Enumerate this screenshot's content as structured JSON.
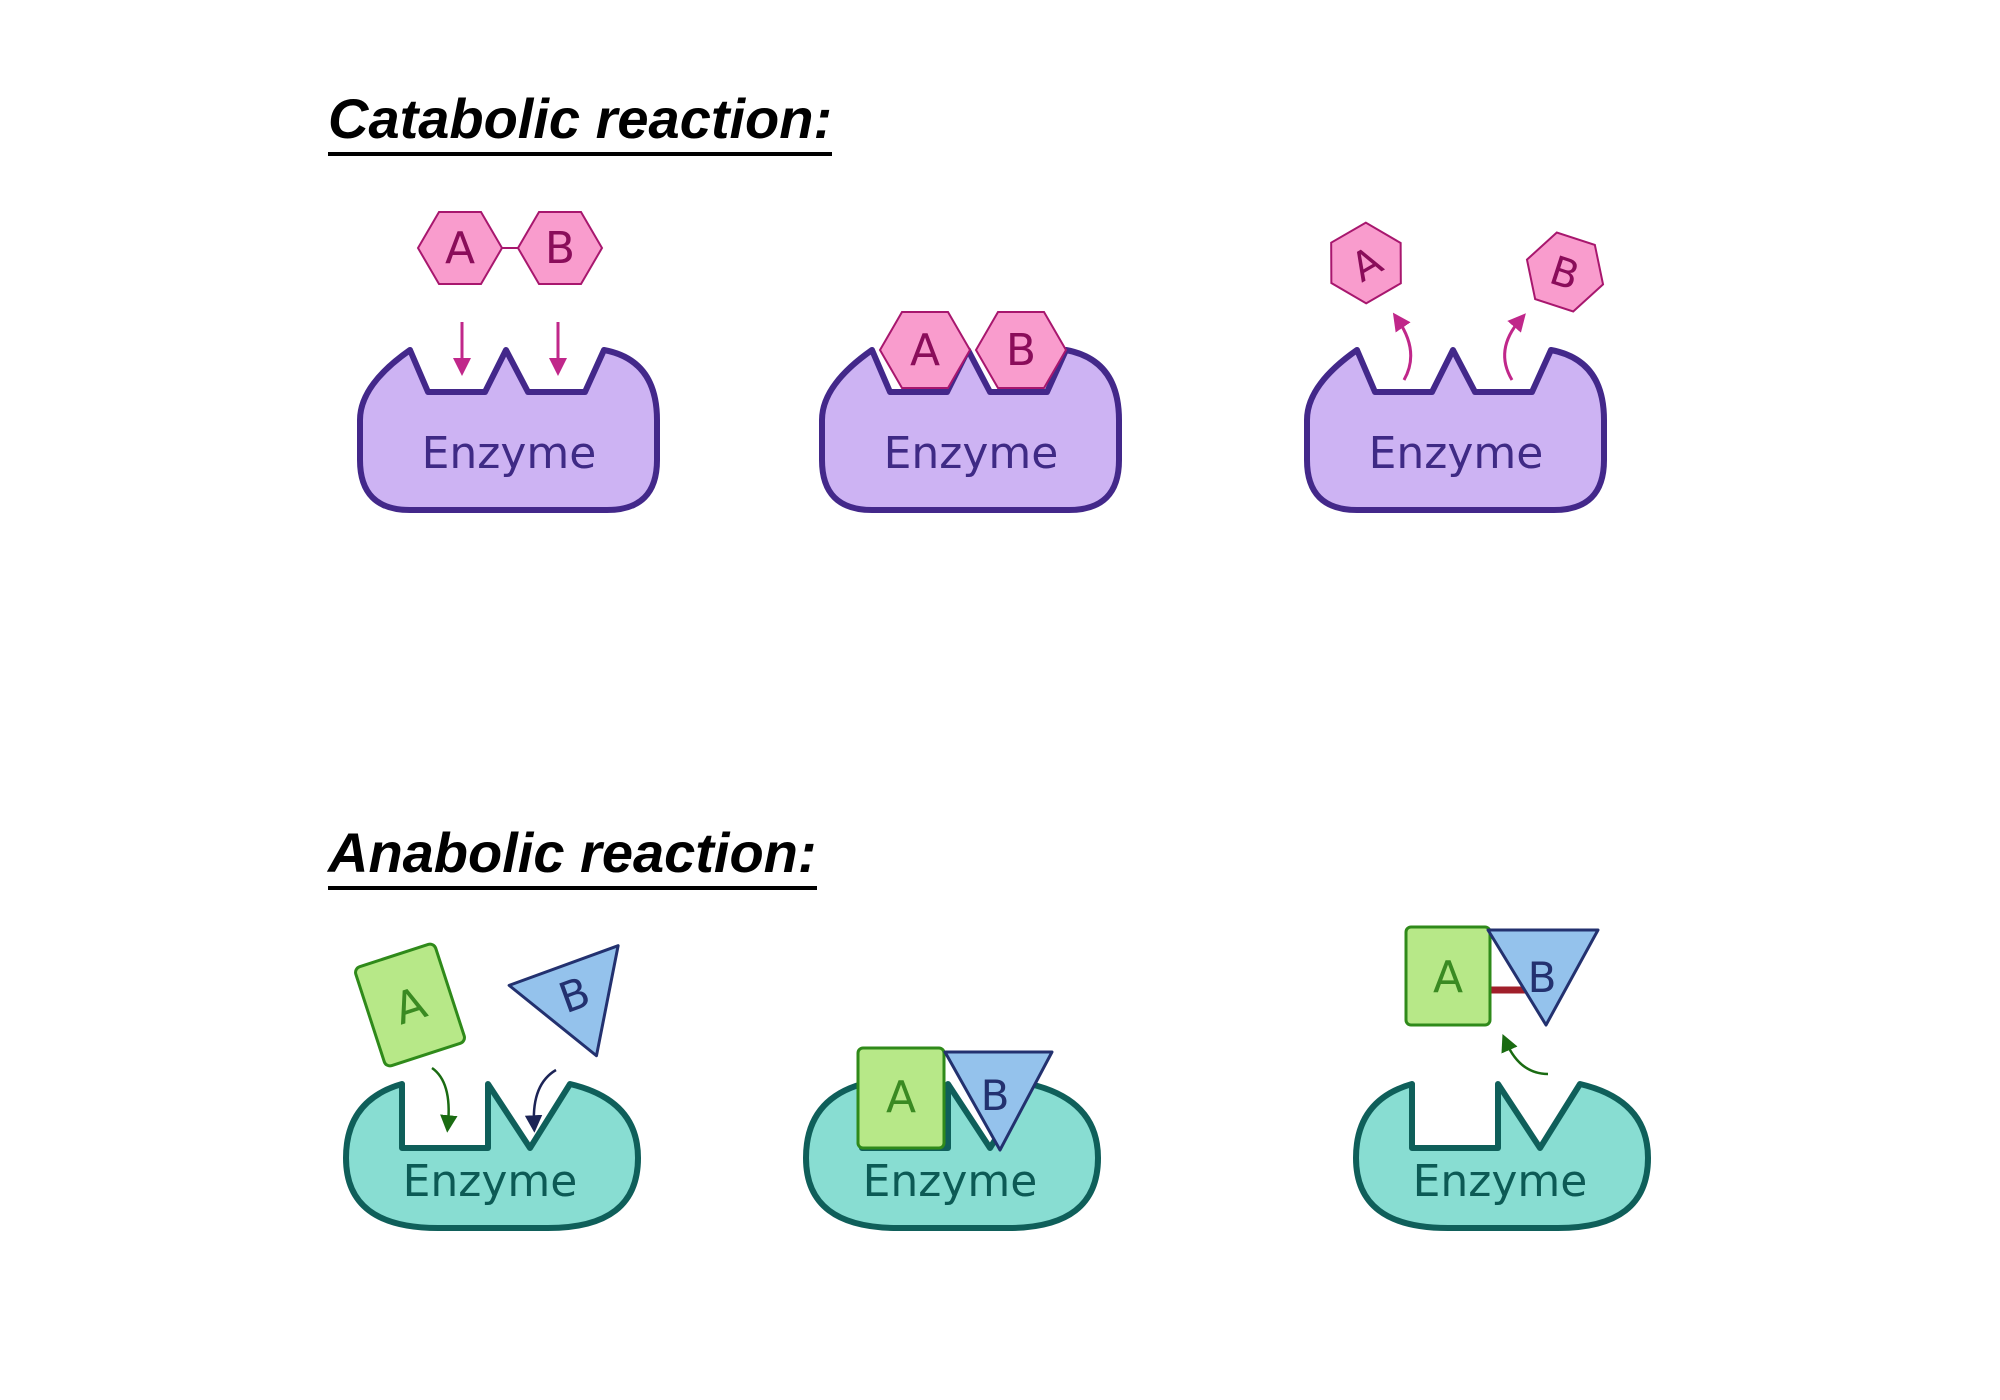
{
  "catabolic": {
    "title": "Catabolic reaction:",
    "enzyme_label": "Enzyme",
    "substrate_a": "A",
    "substrate_b": "B"
  },
  "anabolic": {
    "title": "Anabolic reaction:",
    "enzyme_label": "Enzyme",
    "substrate_a": "A",
    "substrate_b": "B"
  },
  "colors": {
    "catabolic_enzyme_fill": "#cdb3f3",
    "catabolic_enzyme_stroke": "#43288a",
    "catabolic_substrate_fill": "#f99ccd",
    "catabolic_substrate_stroke": "#a8176e",
    "anabolic_enzyme_fill": "#88ddd2",
    "anabolic_enzyme_stroke": "#0f5f5a",
    "substrate_a_fill": "#b7e888",
    "substrate_a_stroke": "#2f8a1a",
    "substrate_b_fill": "#94c2ec",
    "substrate_b_stroke": "#23316f",
    "bond": "#a01f2a"
  }
}
